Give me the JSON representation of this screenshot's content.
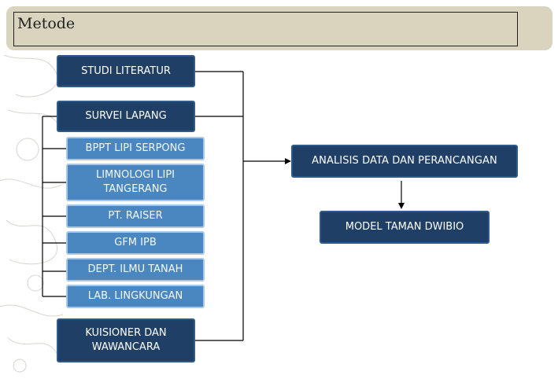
{
  "header": {
    "title": "Metode"
  },
  "diagram": {
    "studi_literatur": "STUDI LITERATUR",
    "survei_lapang": "SURVEI LAPANG",
    "locations": [
      "BPPT LIPI SERPONG",
      "LIMNOLOGI LIPI TANGERANG",
      "PT. RAISER",
      "GFM IPB",
      "DEPT. ILMU TANAH",
      "LAB. LINGKUNGAN"
    ],
    "kuisioner": "KUISIONER DAN WAWANCARA",
    "analisis": "ANALISIS DATA DAN PERANCANGAN",
    "model": "MODEL TAMAN DWIBIO"
  },
  "colors": {
    "title_bar": "#d9d4bd",
    "dark_box": "#1f3f66",
    "light_box": "#4a86c0"
  }
}
